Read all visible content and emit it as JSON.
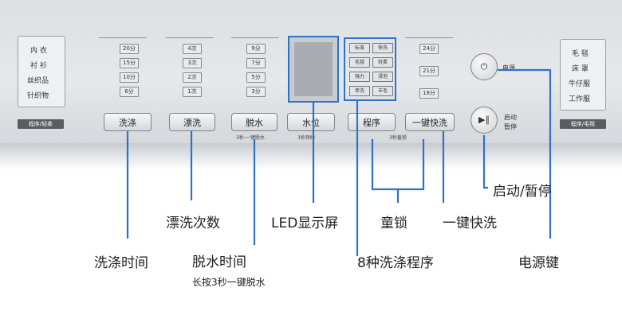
{
  "left_panel": {
    "items": [
      "内 衣",
      "衬 衫",
      "丝织品",
      "针织物"
    ],
    "tag": "程序/轻柔"
  },
  "right_panel": {
    "items": [
      "毛 毯",
      "床 罩",
      "牛仔服",
      "工作服"
    ],
    "tag": "程序/毛毯"
  },
  "wash_time": {
    "options": [
      "20分",
      "15分",
      "10分",
      "6分"
    ],
    "button": "洗涤"
  },
  "rinse_count": {
    "options": [
      "4次",
      "3次",
      "2次",
      "1次"
    ],
    "button": "漂洗"
  },
  "spin_time": {
    "options": [
      "9分",
      "7分",
      "5分",
      "3分"
    ],
    "button": "脱水",
    "hint": "3秒-一键脱水"
  },
  "water_level": {
    "button": "水位",
    "hint": "3秒预约"
  },
  "program": {
    "cells": [
      "标准",
      "快洗",
      "毛毯",
      "轻柔",
      "强力",
      "浸泡",
      "单洗",
      "羊毛"
    ],
    "button": "程序"
  },
  "quick_wash": {
    "options": [
      "24分",
      "21分",
      "18分"
    ],
    "button": "一键快洗",
    "hint": "3秒童锁"
  },
  "power": {
    "glyph": "⏻",
    "label": "电源"
  },
  "start_pause": {
    "glyph": "▶∥",
    "label_line1": "启动",
    "label_line2": "暂停"
  },
  "callouts": {
    "wash_time": "洗涤时间",
    "rinse_count": "漂洗次数",
    "spin_time": "脱水时间",
    "spin_hint": "长按3秒一键脱水",
    "led": "LED显示屏",
    "child_lock": "童锁",
    "programs": "8种洗涤程序",
    "quick_wash": "一键快洗",
    "start_pause": "启动/暂停",
    "power": "电源键"
  },
  "colors": {
    "callout_line": "#2f73c7",
    "panel": "#e0e3e6"
  }
}
